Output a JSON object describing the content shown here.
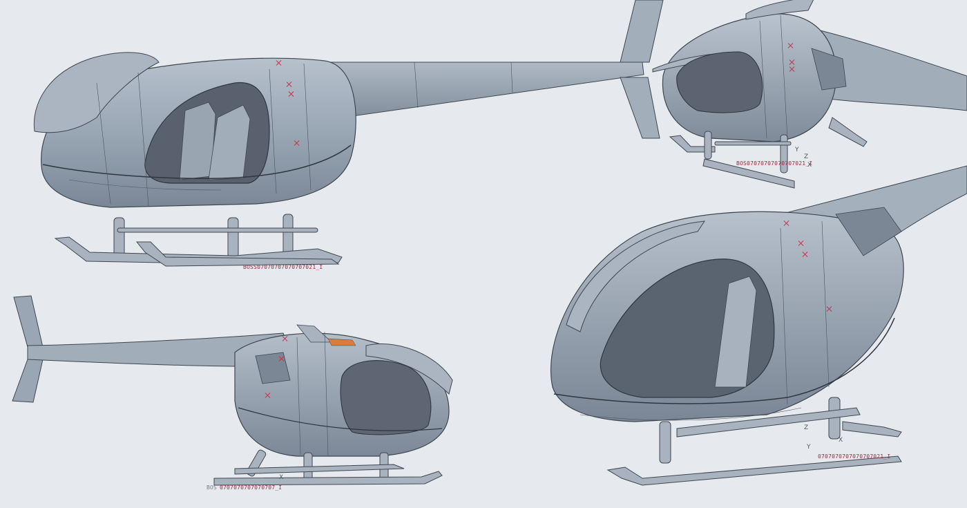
{
  "scene": {
    "background": "#e6e9ee",
    "model_color": "#98a6b5",
    "edge_color": "#3e4650",
    "marker_color": "#c2364d"
  },
  "views": {
    "front_left": {
      "label": "BOSS07070707070707021_I"
    },
    "rear_top": {
      "label": "BOS07070707070707021_I",
      "axes": [
        "Y",
        "Z",
        "X"
      ]
    },
    "side_right": {
      "label_prefix": "BOS",
      "label": "0707070707070707_I",
      "axis": "X"
    },
    "front_right": {
      "label": "0707070707070707021_I",
      "axes": [
        "Z",
        "Y",
        "X"
      ]
    }
  }
}
